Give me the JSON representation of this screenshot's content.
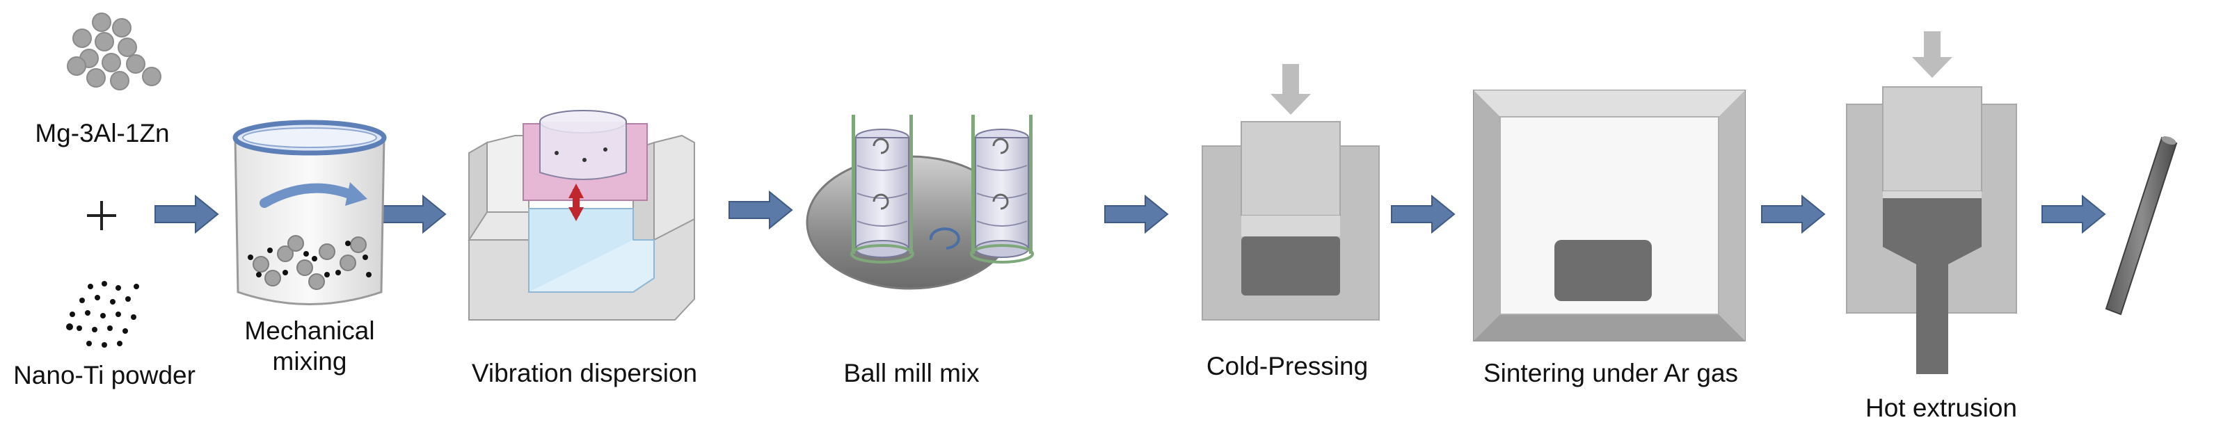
{
  "labels": {
    "mg_alloy": "Mg-3Al-1Zn",
    "plus": "+",
    "nano_ti": "Nano-Ti powder",
    "mechanical_mixing": "Mechanical mixing",
    "vibration_dispersion": "Vibration dispersion",
    "ball_mill_mix": "Ball mill mix",
    "cold_pressing": "Cold-Pressing",
    "sintering": "Sintering under Ar gas",
    "hot_extrusion": "Hot extrusion"
  },
  "colors": {
    "arrow": "#5b7aa8",
    "arrow_stroke": "#3e5a86",
    "particle_gray": "#a3a3a3",
    "die_gray": "#c0c0c0",
    "billet_dark": "#6e6e6e",
    "pink_plate": "#e6b8d6",
    "water_blue": "#cfe8f7",
    "red_arrow": "#c0272d",
    "green_rod": "#7fa87a"
  }
}
